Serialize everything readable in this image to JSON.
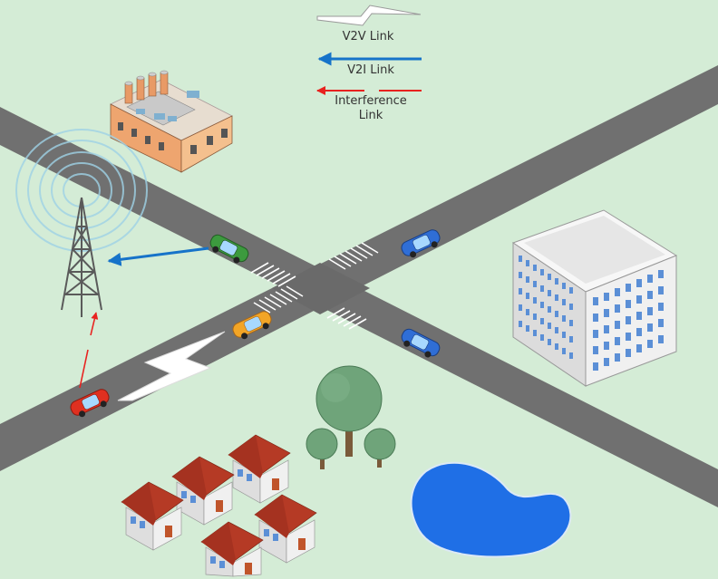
{
  "legend": {
    "v2v_label": "V2V Link",
    "v2i_label": "V2I Link",
    "interference_label_line1": "Interference",
    "interference_label_line2": "Link"
  },
  "colors": {
    "grass": "#d4ecd6",
    "road": "#6f6f6f",
    "v2i_arrow": "#1673c9",
    "interference_arrow": "#e8221f",
    "pond": "#1f6fe6",
    "roof_red": "#b53a25"
  },
  "icons": [
    "cell-tower-icon",
    "factory-icon",
    "office-building-icon",
    "house-icon",
    "tree-icon",
    "pond-icon",
    "car-icon",
    "lightning-bolt-icon"
  ]
}
